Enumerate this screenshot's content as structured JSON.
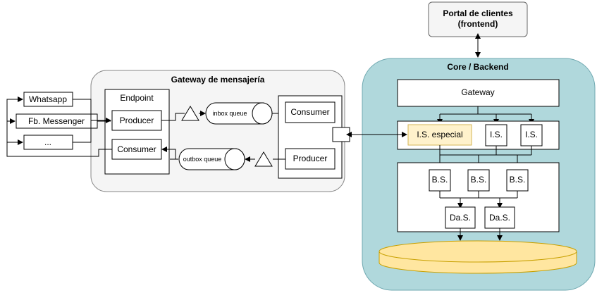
{
  "portal": {
    "line1": "Portal de clientes",
    "line2": "(frontend)"
  },
  "core": {
    "title": "Core / Backend",
    "gateway": "Gateway",
    "is_special": "I.S. especial",
    "is": [
      "I.S.",
      "I.S."
    ],
    "bs": [
      "B.S.",
      "B.S.",
      "B.S."
    ],
    "das": [
      "Da.S.",
      "Da.S."
    ]
  },
  "gateway_mensajeria": {
    "title": "Gateway de mensajería",
    "endpoint": "Endpoint",
    "producer_left": "Producer",
    "consumer_left": "Consumer",
    "inbox_queue": "inbox queue",
    "outbox_queue": "outbox queue",
    "consumer_right": "Consumer",
    "producer_right": "Producer"
  },
  "channels": [
    "Whatsapp",
    "Fb. Messenger",
    "..."
  ],
  "colors": {
    "container_fill": "#f5f5f5",
    "container_stroke": "#666666",
    "core_fill": "#b0d8dc",
    "special_fill": "#fff2cc",
    "special_stroke": "#d6b656",
    "db_fill": "#ffe6a0",
    "db_stroke": "#c8a000"
  }
}
